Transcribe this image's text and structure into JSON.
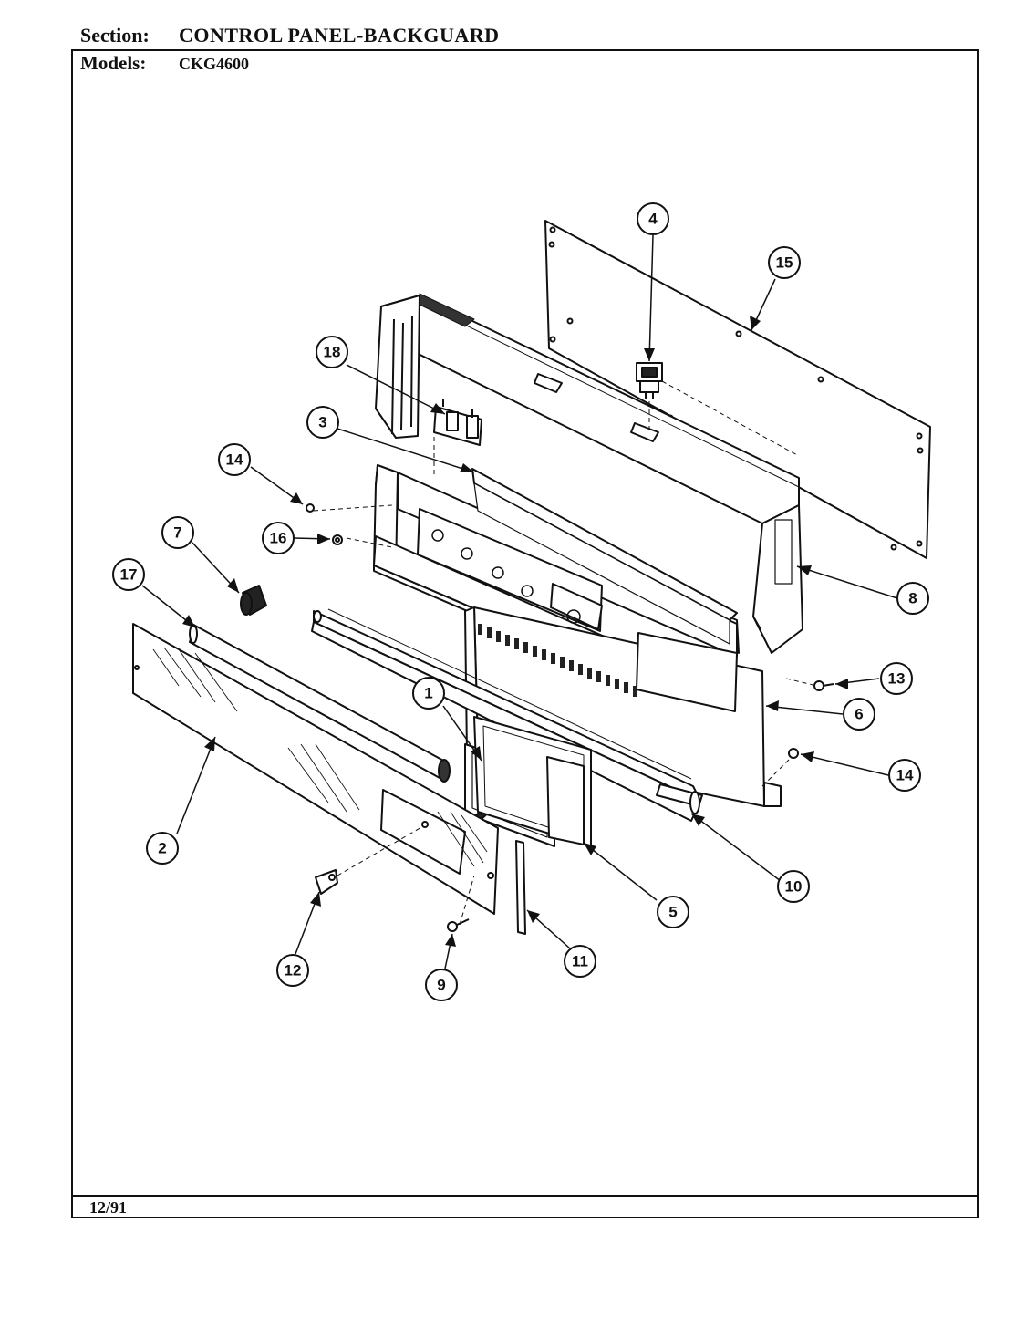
{
  "header": {
    "section_label": "Section:",
    "section_value": "CONTROL PANEL-BACKGUARD",
    "models_label": "Models:",
    "models_value": "CKG4600"
  },
  "footer": {
    "date": "12/91"
  },
  "callouts": {
    "c1": "1",
    "c2": "2",
    "c3": "3",
    "c4": "4",
    "c5": "5",
    "c6": "6",
    "c7": "7",
    "c8": "8",
    "c9": "9",
    "c10": "10",
    "c11": "11",
    "c12": "12",
    "c13": "13",
    "c14a": "14",
    "c14b": "14",
    "c15": "15",
    "c16": "16",
    "c17": "17",
    "c18": "18"
  }
}
